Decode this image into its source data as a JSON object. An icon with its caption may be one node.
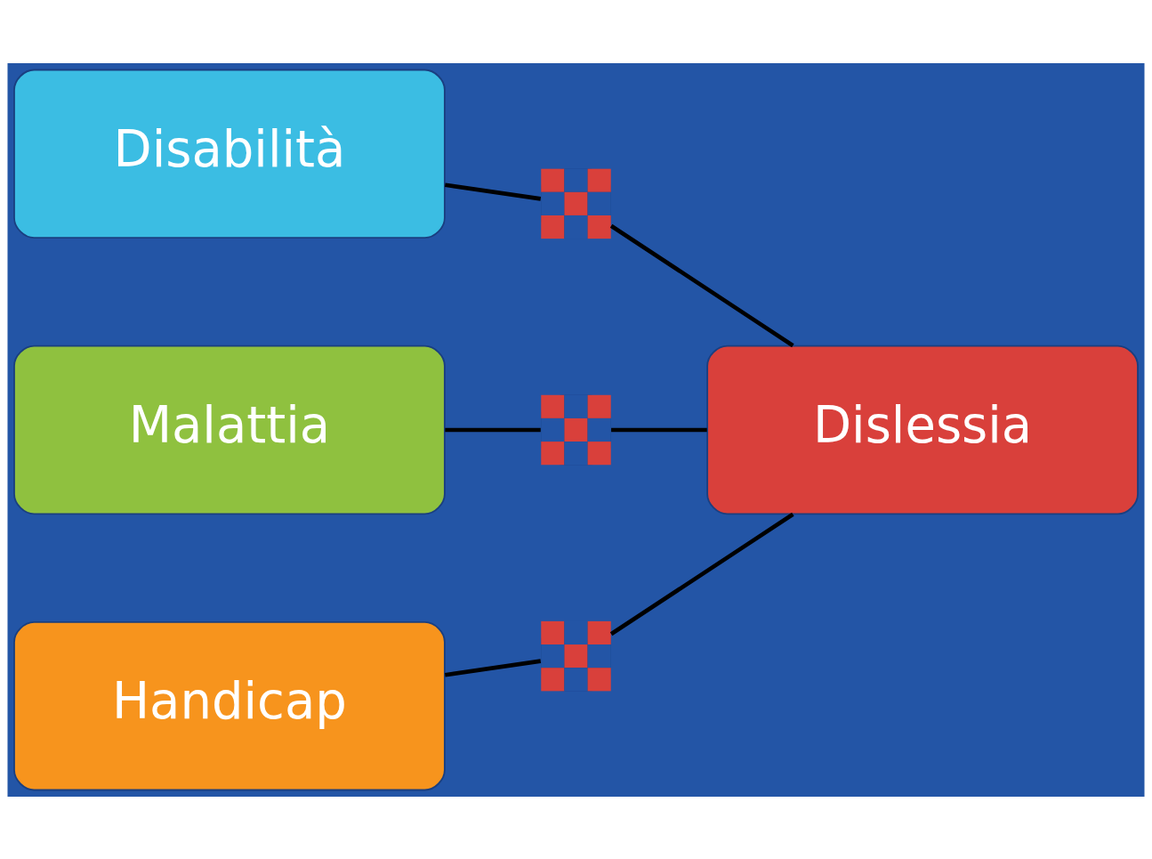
{
  "diagram": {
    "nodes": [
      {
        "text": [
          "Disabilità"
        ]
      },
      {
        "text": [
          "Malattia"
        ]
      },
      {
        "text": [
          "Handicap"
        ]
      },
      {
        "text": [
          "Dislessia"
        ]
      },
      {
        "text": [],
        "shape": "cross"
      },
      {
        "text": [],
        "shape": "cross"
      },
      {
        "text": [],
        "shape": "cross"
      }
    ],
    "edges": [
      {
        "from": 0,
        "to": 4,
        "arrow": "none"
      },
      {
        "from": 4,
        "to": 3,
        "arrow": "none"
      },
      {
        "from": 1,
        "to": 5,
        "arrow": "none"
      },
      {
        "from": 5,
        "to": 3,
        "arrow": "none"
      },
      {
        "from": 2,
        "to": 6,
        "arrow": "none"
      },
      {
        "from": 6,
        "to": 3,
        "arrow": "none"
      }
    ]
  }
}
